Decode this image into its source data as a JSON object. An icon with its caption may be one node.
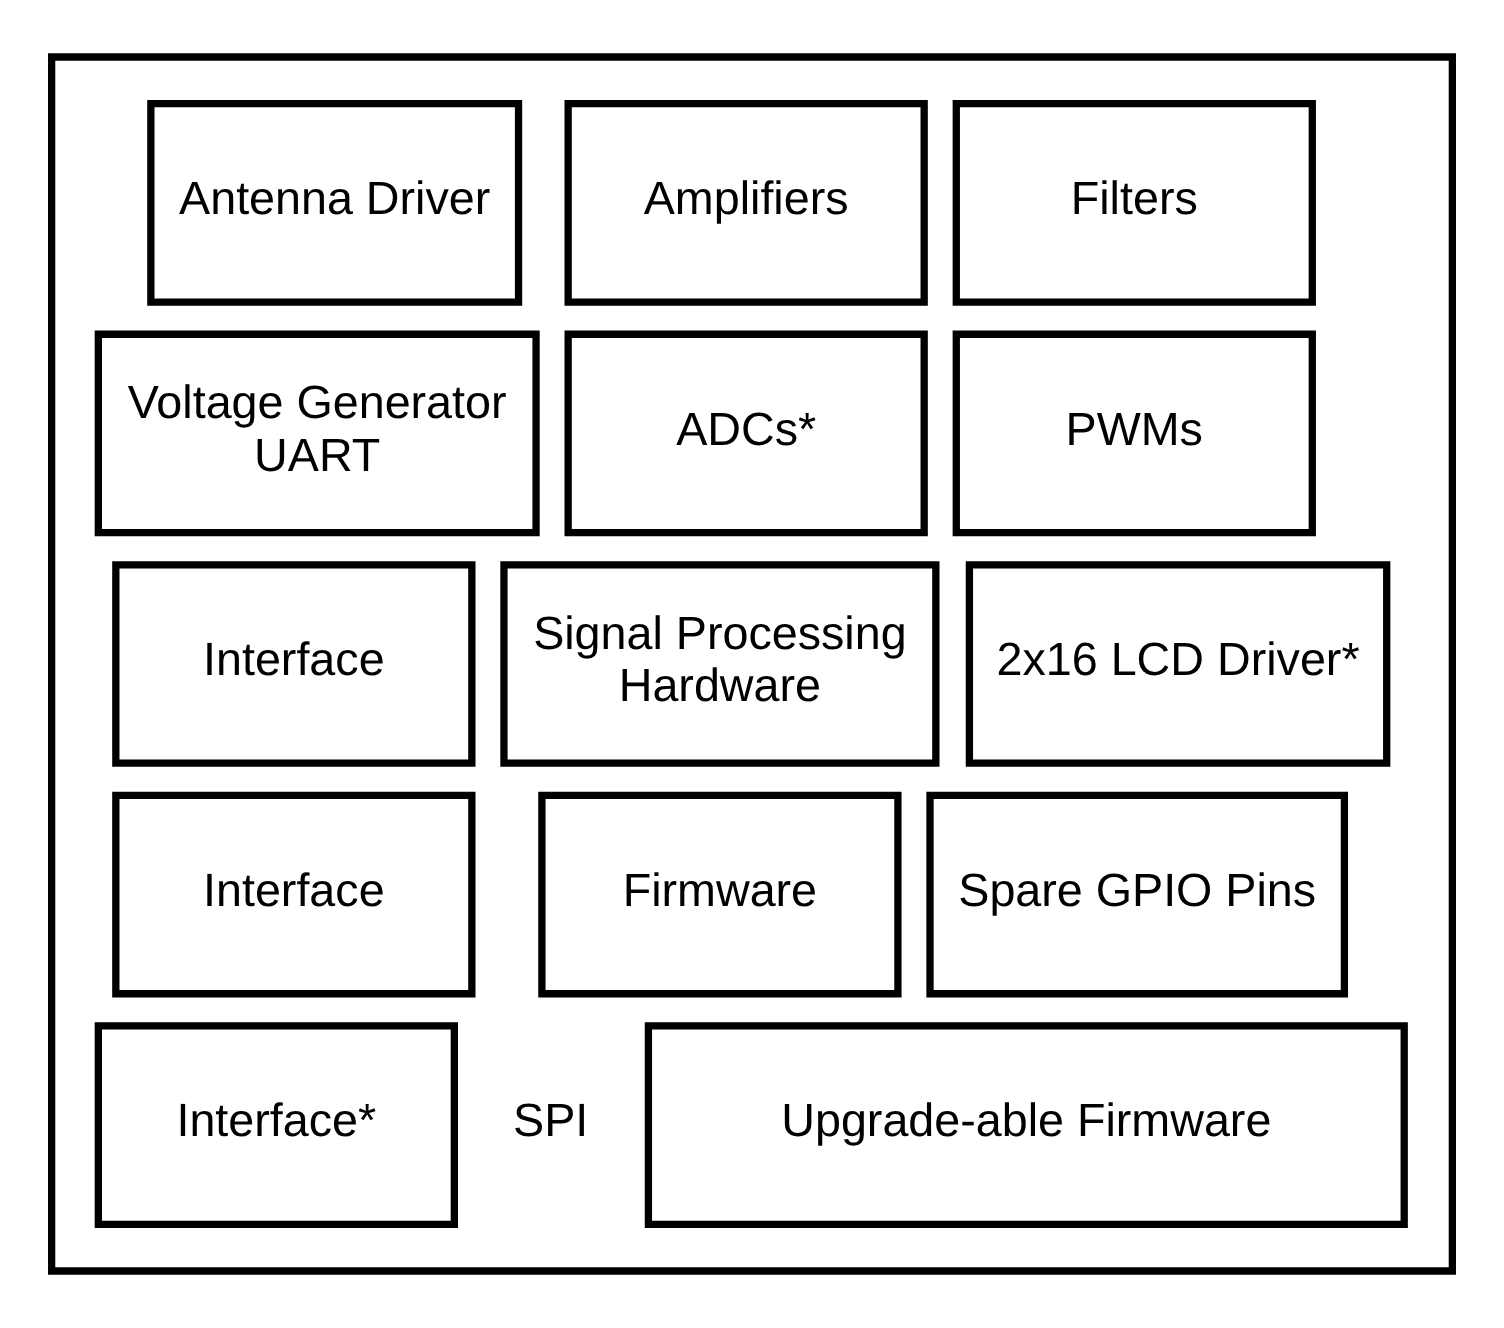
{
  "diagram": {
    "nodes": [
      {
        "text": [],
        "shape": "box"
      },
      {
        "text": [
          "Antenna Driver"
        ],
        "in": 0
      },
      {
        "text": [
          "Amplifiers"
        ],
        "in": 0
      },
      {
        "text": [
          "Filters"
        ],
        "in": 0
      },
      {
        "text": [
          "Voltage Generator",
          "UART"
        ],
        "in": 0
      },
      {
        "text": [
          "ADCs*"
        ],
        "in": 0
      },
      {
        "text": [
          "PWMs"
        ],
        "in": 0
      },
      {
        "text": [
          "Interface"
        ],
        "in": 0
      },
      {
        "text": [
          "Signal Processing Hardware"
        ],
        "in": 0
      },
      {
        "text": [
          "2x16 LCD Driver*"
        ],
        "in": 0
      },
      {
        "text": [
          "Interface"
        ],
        "in": 0
      },
      {
        "text": [
          "Firmware"
        ],
        "in": 0
      },
      {
        "text": [
          "Spare GPIO Pins"
        ],
        "in": 0
      },
      {
        "text": [
          "Interface*"
        ],
        "in": 0
      },
      {
        "text": [
          "Upgrade-able Firmware"
        ],
        "in": 0
      }
    ],
    "labels": [
      "SPI"
    ]
  }
}
